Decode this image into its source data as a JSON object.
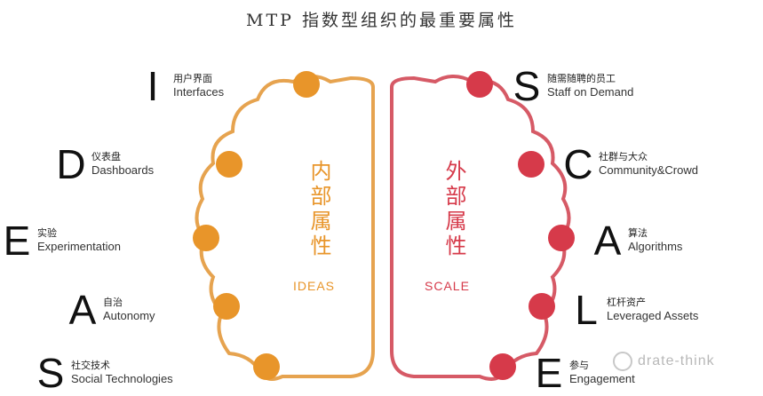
{
  "title": "MTP 指数型组织的最重要属性",
  "colors": {
    "ideas": "#e8952a",
    "scale": "#d63a4a",
    "ideas_outline": "#e6a34f",
    "scale_outline": "#d65a66"
  },
  "center": {
    "left": {
      "zh": "内部属性",
      "en": "IDEAS"
    },
    "right": {
      "zh": "外部属性",
      "en": "SCALE"
    }
  },
  "left_items": [
    {
      "letter": "I",
      "zh": "用户界面",
      "en": "Interfaces"
    },
    {
      "letter": "D",
      "zh": "仪表盘",
      "en": "Dashboards"
    },
    {
      "letter": "E",
      "zh": "实验",
      "en": "Experimentation"
    },
    {
      "letter": "A",
      "zh": "自治",
      "en": "Autonomy"
    },
    {
      "letter": "S",
      "zh": "社交技术",
      "en": "Social Technologies"
    }
  ],
  "right_items": [
    {
      "letter": "S",
      "zh": "随需随聘的员工",
      "en": "Staff on Demand"
    },
    {
      "letter": "C",
      "zh": "社群与大众",
      "en": "Community&Crowd"
    },
    {
      "letter": "A",
      "zh": "算法",
      "en": "Algorithms"
    },
    {
      "letter": "L",
      "zh": "杠杆资产",
      "en": "Leveraged Assets"
    },
    {
      "letter": "E",
      "zh": "参与",
      "en": "Engagement"
    }
  ],
  "watermark": "drate-think"
}
